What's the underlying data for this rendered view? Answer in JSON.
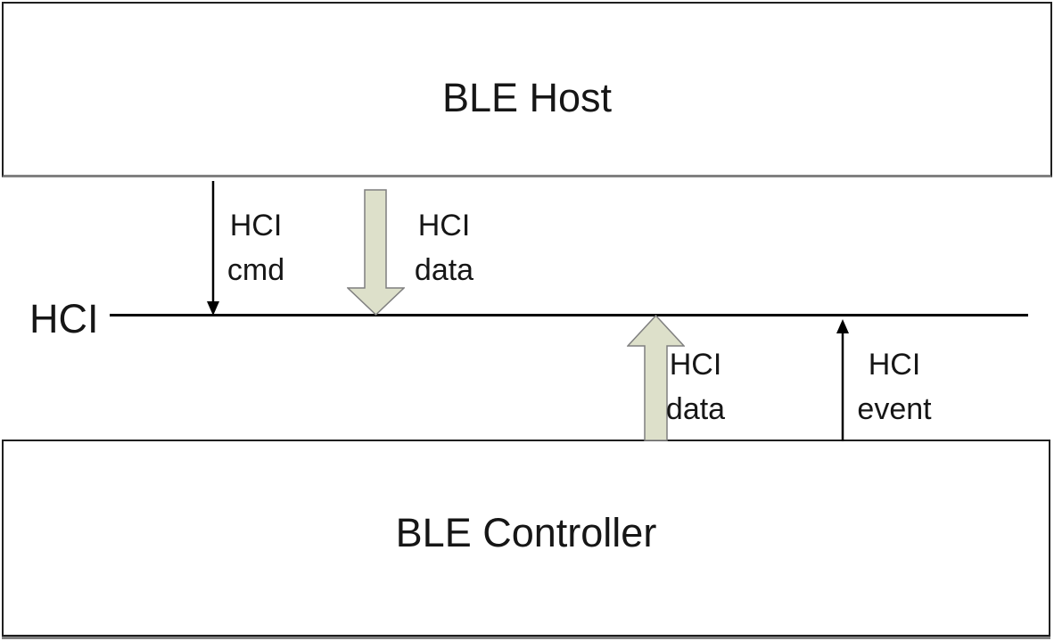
{
  "diagram": {
    "boxes": {
      "host": {
        "label": "BLE Host"
      },
      "controller": {
        "label": "BLE Controller"
      }
    },
    "interface_line": {
      "label": "HCI"
    },
    "arrows": {
      "cmd": {
        "line1": "HCI",
        "line2": "cmd",
        "direction": "down",
        "from": "BLE Host",
        "to": "HCI",
        "style": "thin-line-arrow"
      },
      "data_down": {
        "line1": "HCI",
        "line2": "data",
        "direction": "down",
        "from": "BLE Host",
        "to": "HCI",
        "style": "block-arrow"
      },
      "data_up": {
        "line1": "HCI",
        "line2": "data",
        "direction": "up",
        "from": "BLE Controller",
        "to": "HCI",
        "style": "block-arrow"
      },
      "event": {
        "line1": "HCI",
        "line2": "event",
        "direction": "up",
        "from": "BLE Controller",
        "to": "HCI",
        "style": "thin-line-arrow"
      }
    },
    "colors": {
      "background": "#ffffff",
      "box_border": "#1f1f1f",
      "box_bottom_shadow": "#808080",
      "block_arrow_fill": "#dde0ca",
      "block_arrow_stroke": "#7f7f7f",
      "thin_arrow": "#000000",
      "hci_line": "#000000",
      "text": "#161616"
    }
  }
}
